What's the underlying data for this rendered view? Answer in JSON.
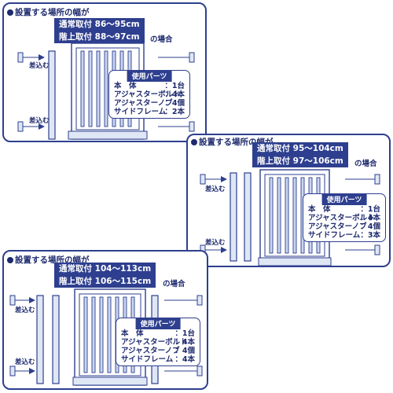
{
  "panels": [
    {
      "heading": "設置する場所の幅が",
      "normal": "通常取付 86〜95cm",
      "stairs": "階上取付 88〜97cm",
      "suffix": "の場合",
      "insert_top": "差込む",
      "insert_bottom": "差込む",
      "parts": {
        "title": "使用パーツ",
        "rows": [
          {
            "name": "本　体",
            "qty": "：1台"
          },
          {
            "name": "アジャスターボルト",
            "qty": "：4本"
          },
          {
            "name": "アジャスターノブ",
            "qty": "：4個"
          },
          {
            "name": "サイドフレーム",
            "qty": "：2本"
          }
        ]
      }
    },
    {
      "heading": "設置する場所の幅が",
      "normal": "通常取付 95〜104cm",
      "stairs": "階上取付 97〜106cm",
      "suffix": "の場合",
      "insert_top": "差込む",
      "insert_bottom": "差込む",
      "parts": {
        "title": "使用パーツ",
        "rows": [
          {
            "name": "本　体",
            "qty": "：1台"
          },
          {
            "name": "アジャスターボルト",
            "qty": "：4本"
          },
          {
            "name": "アジャスターノブ",
            "qty": "：4個"
          },
          {
            "name": "サイドフレーム",
            "qty": "：3本"
          }
        ]
      }
    },
    {
      "heading": "設置する場所の幅が",
      "normal": "通常取付 104〜113cm",
      "stairs": "階上取付 106〜115cm",
      "suffix": "の場合",
      "insert_top": "差込む",
      "insert_bottom": "差込む",
      "parts": {
        "title": "使用パーツ",
        "rows": [
          {
            "name": "本　体",
            "qty": "：1台"
          },
          {
            "name": "アジャスターボルト",
            "qty": "：4本"
          },
          {
            "name": "アジャスターノブ",
            "qty": "：4個"
          },
          {
            "name": "サイドフレーム",
            "qty": "：4本"
          }
        ]
      }
    }
  ],
  "colors": {
    "primary": "#2e3f8f",
    "frame_fill": "#dfe7f5",
    "bar_fill": "#c9d6ef"
  }
}
